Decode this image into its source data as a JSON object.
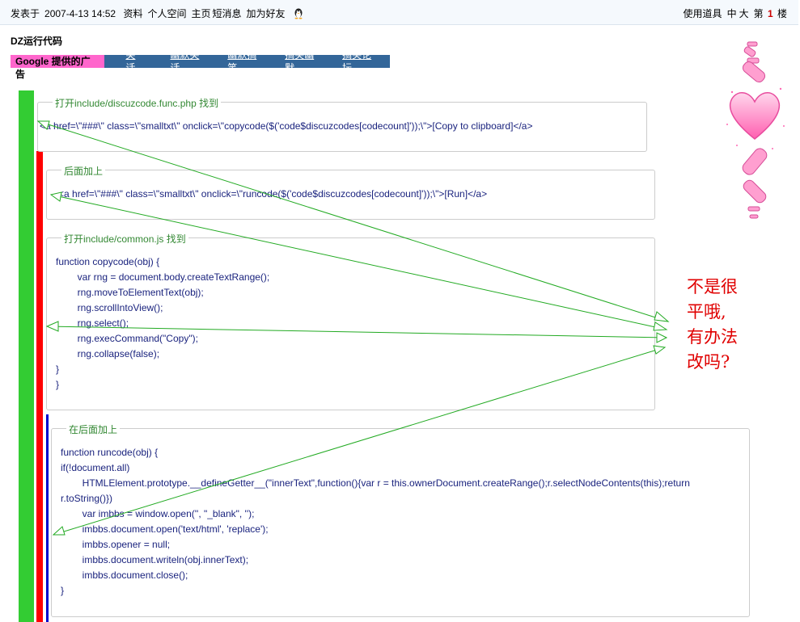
{
  "topbar": {
    "posted_prefix": "发表于",
    "datetime": "2007-4-13 14:52",
    "links": [
      "资料",
      "个人空间",
      "主页",
      "短消息",
      "加为好友"
    ],
    "tools": "使用道具",
    "font_mid": "中",
    "font_big": "大",
    "floor_prefix": "第",
    "floor_num": "1",
    "floor_suffix": "楼"
  },
  "post_title": "DZ运行代码",
  "adbar": {
    "google": "Google 提供的广告",
    "ads": [
      "笑话",
      "幽默笑话",
      "幽默搞笑",
      "搞笑幽默",
      "搞笑论坛"
    ]
  },
  "blocks": {
    "b1": {
      "legend": "打开include/discuzcode.func.php 找到",
      "lines": [
        "<a href=\\\"###\\\" class=\\\"smalltxt\\\" onclick=\\\"copycode($('code$discuzcodes[codecount]'));\\\">[Copy to clipboard]</a>"
      ]
    },
    "b2": {
      "legend": "后面加上",
      "lines": [
        "<a href=\\\"###\\\" class=\\\"smalltxt\\\" onclick=\\\"runcode($('code$discuzcodes[codecount]'));\\\">[Run]</a>"
      ]
    },
    "b3": {
      "legend": "打开include/common.js 找到",
      "lines": [
        "function copycode(obj) {",
        "        var rng = document.body.createTextRange();",
        "        rng.moveToElementText(obj);",
        "        rng.scrollIntoView();",
        "        rng.select();",
        "        rng.execCommand(\"Copy\");",
        "        rng.collapse(false);",
        "}",
        "}"
      ]
    },
    "b4": {
      "legend": "在后面加上",
      "lines": [
        "function runcode(obj) {",
        "if(!document.all)",
        "        HTMLElement.prototype.__defineGetter__(\"innerText\",function(){var r = this.ownerDocument.createRange();r.selectNodeContents(this);return",
        "r.toString()})",
        "        var imbbs = window.open('', \"_blank\", '');",
        "        imbbs.document.open('text/html', 'replace');",
        "        imbbs.opener = null;",
        "        imbbs.document.writeln(obj.innerText);",
        "        imbbs.document.close();",
        "}"
      ]
    }
  },
  "question": [
    "不是很",
    "平哦,",
    "有办法",
    "改吗?"
  ],
  "colors": {
    "green_bar": "#33cc33",
    "red_bar": "#ff0000",
    "blue_bar": "#0000cc",
    "arrow": "#22aa22",
    "question": "#e00000"
  }
}
